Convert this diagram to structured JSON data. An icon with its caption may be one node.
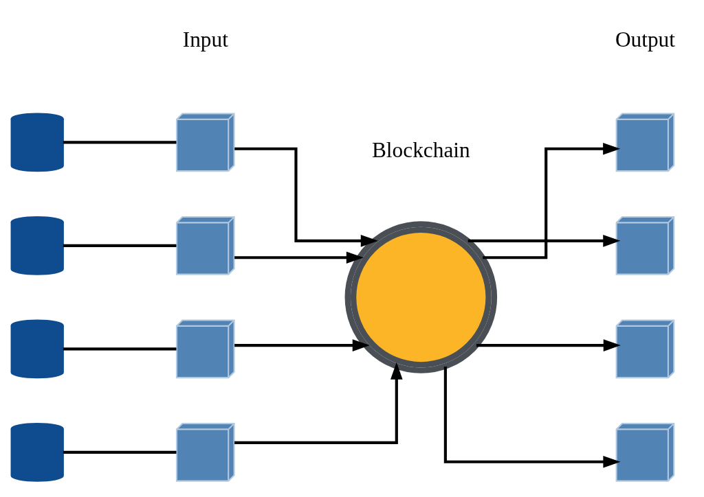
{
  "diagram": {
    "nodes": [
      {
        "text": [],
        "shape": "cylinder"
      },
      {
        "text": [],
        "shape": "cylinder"
      },
      {
        "text": [],
        "shape": "cylinder"
      },
      {
        "text": [],
        "shape": "cylinder"
      },
      {
        "text": [],
        "shape": "box"
      },
      {
        "text": [],
        "shape": "box"
      },
      {
        "text": [],
        "shape": "box"
      },
      {
        "text": [],
        "shape": "box"
      },
      {
        "text": [],
        "shape": "picture"
      },
      {
        "text": [],
        "shape": "box"
      },
      {
        "text": [],
        "shape": "box"
      },
      {
        "text": [],
        "shape": "box"
      },
      {
        "text": [],
        "shape": "box"
      }
    ],
    "edges": [
      {
        "from": 0,
        "to": 4,
        "arrow": "none"
      },
      {
        "from": 1,
        "to": 5,
        "arrow": "none"
      },
      {
        "from": 2,
        "to": 6,
        "arrow": "none"
      },
      {
        "from": 3,
        "to": 7,
        "arrow": "none"
      },
      {
        "from": 4,
        "to": 8,
        "arrow": "to"
      },
      {
        "from": 5,
        "to": 8,
        "arrow": "to"
      },
      {
        "from": 6,
        "to": 8,
        "arrow": "to"
      },
      {
        "from": 7,
        "to": 8,
        "arrow": "to"
      },
      {
        "from": 8,
        "to": 9,
        "arrow": "to"
      },
      {
        "from": 8,
        "to": 10,
        "arrow": "to"
      },
      {
        "from": 8,
        "to": 11,
        "arrow": "to"
      },
      {
        "from": 8,
        "to": 12,
        "arrow": "to"
      }
    ],
    "labels": [
      "Input",
      "Blockchain",
      "Output"
    ]
  }
}
